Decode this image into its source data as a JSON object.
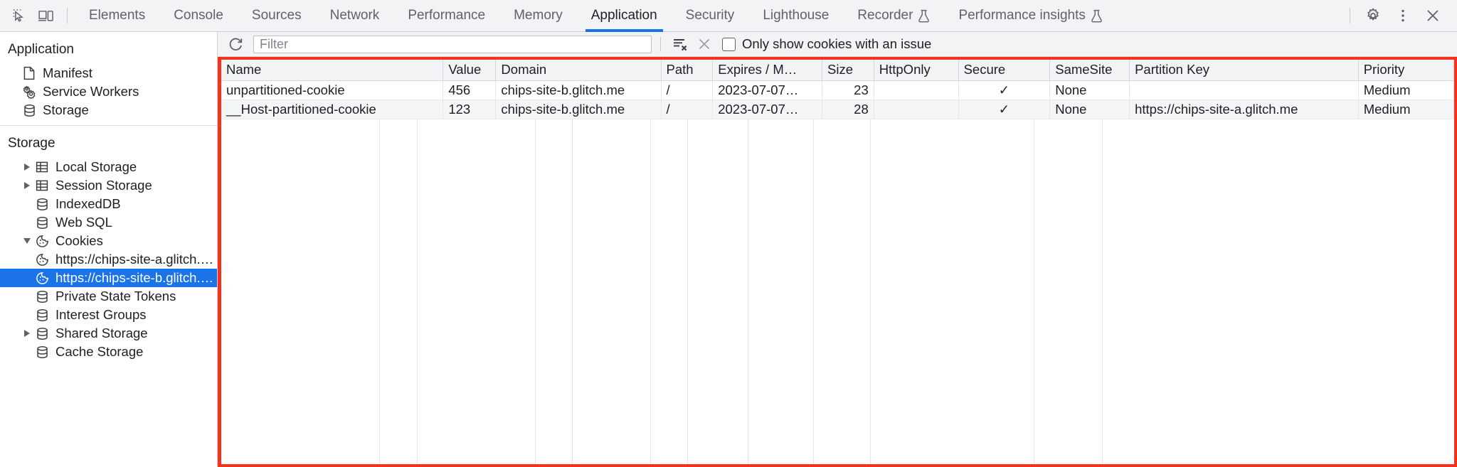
{
  "toolbar": {
    "inspect_icon": "inspect-element-icon",
    "device_icon": "device-toggle-icon",
    "tabs": [
      {
        "label": "Elements",
        "active": false,
        "experimental": false
      },
      {
        "label": "Console",
        "active": false,
        "experimental": false
      },
      {
        "label": "Sources",
        "active": false,
        "experimental": false
      },
      {
        "label": "Network",
        "active": false,
        "experimental": false
      },
      {
        "label": "Performance",
        "active": false,
        "experimental": false
      },
      {
        "label": "Memory",
        "active": false,
        "experimental": false
      },
      {
        "label": "Application",
        "active": true,
        "experimental": false
      },
      {
        "label": "Security",
        "active": false,
        "experimental": false
      },
      {
        "label": "Lighthouse",
        "active": false,
        "experimental": false
      },
      {
        "label": "Recorder",
        "active": false,
        "experimental": true
      },
      {
        "label": "Performance insights",
        "active": false,
        "experimental": true
      }
    ],
    "settings_icon": "gear-icon",
    "more_icon": "more-vertical-icon",
    "close_icon": "close-icon",
    "accent_color": "#1a73e8"
  },
  "sidebar": {
    "sections": [
      {
        "title": "Application",
        "items": [
          {
            "label": "Manifest",
            "icon": "document-icon",
            "indent": 2,
            "twisty": "none",
            "selected": false
          },
          {
            "label": "Service Workers",
            "icon": "gears-icon",
            "indent": 2,
            "twisty": "none",
            "selected": false
          },
          {
            "label": "Storage",
            "icon": "database-icon",
            "indent": 2,
            "twisty": "none",
            "selected": false
          }
        ]
      },
      {
        "title": "Storage",
        "items": [
          {
            "label": "Local Storage",
            "icon": "table-icon",
            "indent": 2,
            "twisty": "collapsed",
            "selected": false
          },
          {
            "label": "Session Storage",
            "icon": "table-icon",
            "indent": 2,
            "twisty": "collapsed",
            "selected": false
          },
          {
            "label": "IndexedDB",
            "icon": "database-icon",
            "indent": 2,
            "twisty": "none",
            "selected": false
          },
          {
            "label": "Web SQL",
            "icon": "database-icon",
            "indent": 2,
            "twisty": "none",
            "selected": false
          },
          {
            "label": "Cookies",
            "icon": "cookie-icon",
            "indent": 2,
            "twisty": "expanded",
            "selected": false
          },
          {
            "label": "https://chips-site-a.glitch.me",
            "icon": "cookie-icon",
            "indent": 3,
            "twisty": "none",
            "selected": false
          },
          {
            "label": "https://chips-site-b.glitch.me",
            "icon": "cookie-icon",
            "indent": 3,
            "twisty": "none",
            "selected": true
          },
          {
            "label": "Private State Tokens",
            "icon": "database-icon",
            "indent": 2,
            "twisty": "none",
            "selected": false
          },
          {
            "label": "Interest Groups",
            "icon": "database-icon",
            "indent": 2,
            "twisty": "none",
            "selected": false
          },
          {
            "label": "Shared Storage",
            "icon": "database-icon",
            "indent": 2,
            "twisty": "collapsed",
            "selected": false
          },
          {
            "label": "Cache Storage",
            "icon": "database-icon",
            "indent": 2,
            "twisty": "none",
            "selected": false
          }
        ]
      }
    ],
    "selected_color": "#1a73e8"
  },
  "filterbar": {
    "refresh_icon": "refresh-icon",
    "filter_placeholder": "Filter",
    "filter_value": "",
    "clear_filtered_icon": "clear-filtered-cookies-icon",
    "clear_all_icon": "clear-all-cookies-icon",
    "issue_checkbox_label": "Only show cookies with an issue",
    "issue_checkbox_checked": false
  },
  "table": {
    "highlight_color": "#f5321d",
    "columns": [
      "Name",
      "Value",
      "Domain",
      "Path",
      "Expires / M…",
      "Size",
      "HttpOnly",
      "Secure",
      "SameSite",
      "Partition Key",
      "Priority"
    ],
    "rows": [
      {
        "name": "unpartitioned-cookie",
        "value": "456",
        "domain": "chips-site-b.glitch.me",
        "path": "/",
        "expires": "2023-07-07…",
        "size": "23",
        "httponly": "",
        "secure": "✓",
        "samesite": "None",
        "partition_key": "",
        "priority": "Medium"
      },
      {
        "name": "__Host-partitioned-cookie",
        "value": "123",
        "domain": "chips-site-b.glitch.me",
        "path": "/",
        "expires": "2023-07-07…",
        "size": "28",
        "httponly": "",
        "secure": "✓",
        "samesite": "None",
        "partition_key": "https://chips-site-a.glitch.me",
        "priority": "Medium"
      }
    ]
  }
}
